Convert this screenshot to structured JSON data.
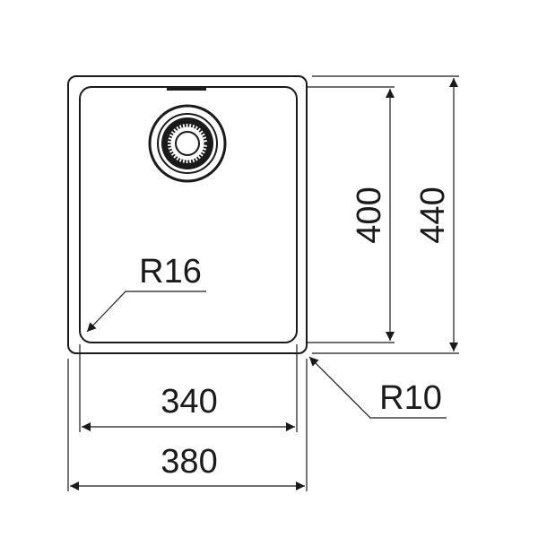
{
  "drawing": {
    "dim_inner_width": "340",
    "dim_outer_width": "380",
    "dim_inner_height": "400",
    "dim_outer_height": "440",
    "radius_inner": "R16",
    "radius_outer": "R10"
  }
}
